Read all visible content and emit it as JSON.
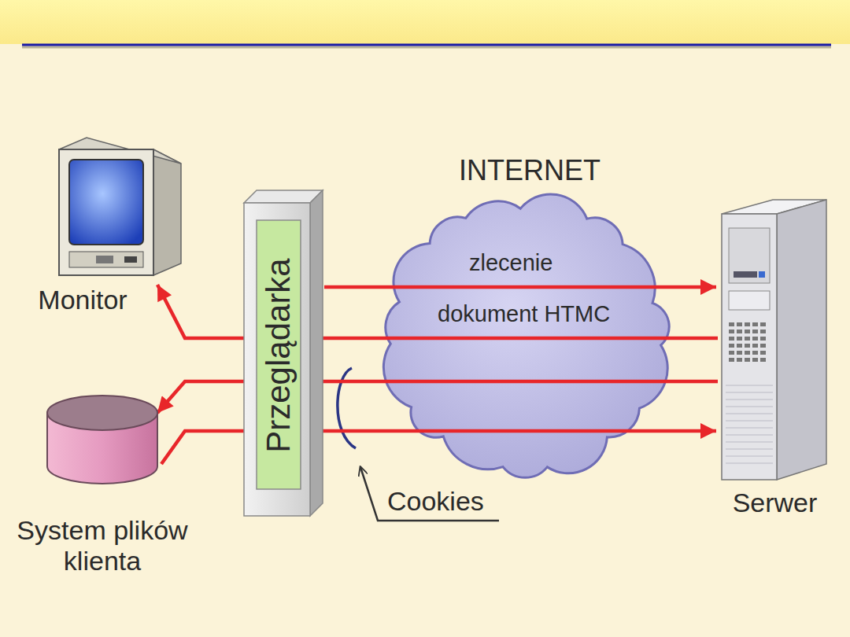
{
  "diagram": {
    "nodes": [
      {
        "text": [
          "Monitor"
        ]
      },
      {
        "text": [
          "System plików klienta"
        ]
      },
      {
        "text": [
          "Przeglądarka"
        ]
      },
      {
        "text": [
          "Serwer"
        ]
      }
    ],
    "edges": [
      {
        "from": 2,
        "to": 3,
        "label": "zlecenie",
        "arrow": "to"
      },
      {
        "from": 3,
        "to": 0,
        "label": "dokument HTMC",
        "arrow": "to"
      },
      {
        "from": 3,
        "to": 1,
        "arrow": "to"
      },
      {
        "from": 1,
        "to": 3,
        "arrow": "to"
      }
    ],
    "labels": [
      "INTERNET",
      "Cookies"
    ]
  }
}
